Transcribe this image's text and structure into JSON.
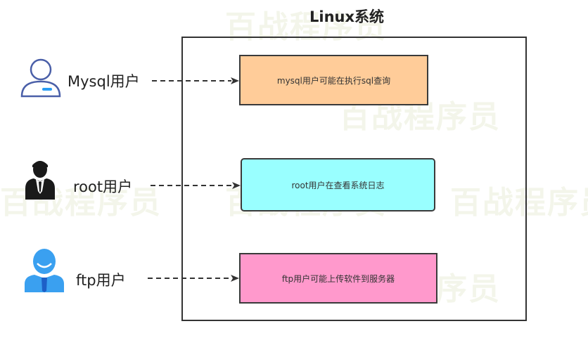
{
  "system": {
    "title": "Linux系统"
  },
  "users": [
    {
      "label": "Mysql用户",
      "icon": "user-outline-icon",
      "action": "mysql用户可能在执行sql查询",
      "color": "#FFCC99"
    },
    {
      "label": "root用户",
      "icon": "suit-user-icon",
      "action": "root用户在查看系统日志",
      "color": "#99FFFF"
    },
    {
      "label": "ftp用户",
      "icon": "blue-user-icon",
      "action": "ftp用户可能上传软件到服务器",
      "color": "#FF99CC"
    }
  ],
  "watermark": {
    "text": "百战程序员"
  }
}
